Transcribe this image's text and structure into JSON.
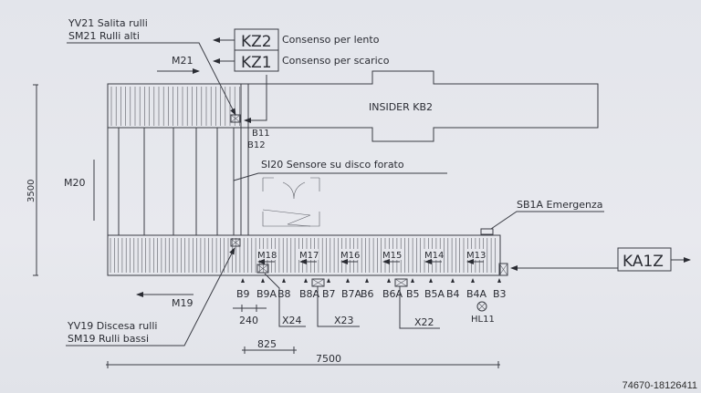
{
  "labels": {
    "yv21": "YV21 Salita rulli",
    "sm21": "SM21 Rulli alti",
    "kz2": "KZ2",
    "kz1": "KZ1",
    "kz2_desc": "Consenso per lento",
    "kz1_desc": "Consenso per scarico",
    "m21": "M21",
    "insider": "INSIDER KB2",
    "b11": "B11",
    "b12": "B12",
    "si20": "SI20 Sensore su disco forato",
    "m20": "M20",
    "dim_height": "3500",
    "sb1a": "SB1A Emergenza",
    "ka1z": "KA1Z",
    "m19": "M19",
    "yv19": "YV19 Discesa rulli",
    "sm19": "SM19 Rulli bassi",
    "dim_240": "240",
    "dim_825": "825",
    "dim_7500": "7500",
    "x24": "X24",
    "x23": "X23",
    "x22": "X22",
    "hl11": "HL11"
  },
  "motors": [
    "M18",
    "M17",
    "M16",
    "M15",
    "M14",
    "M13"
  ],
  "sensors": [
    "B9",
    "B9A",
    "B8",
    "B8A",
    "B7",
    "B7A",
    "B6",
    "B6A",
    "B5",
    "B5A",
    "B4",
    "B4A",
    "B3"
  ],
  "watermark": "74670-18126411"
}
